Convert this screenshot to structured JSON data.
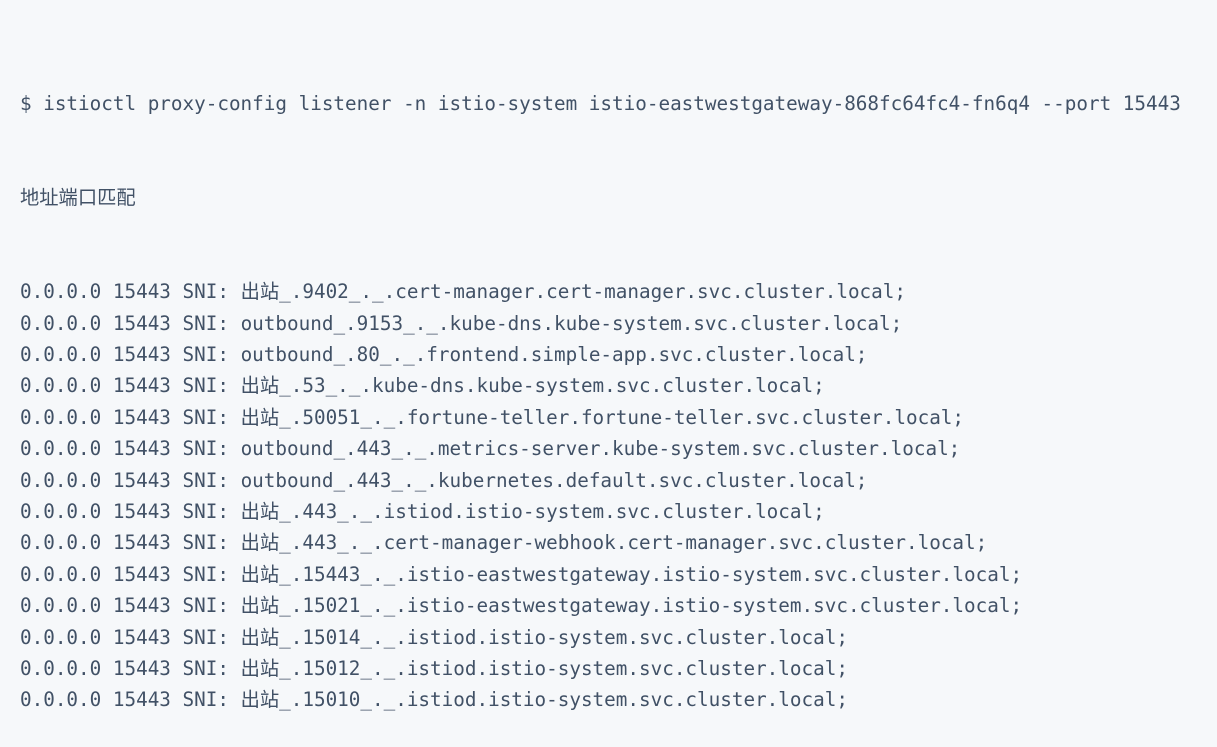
{
  "code_block": {
    "background_color": "#f6f8fa",
    "text_color": "#415166",
    "command_line": "$ istioctl proxy-config listener -n istio-system istio-eastwestgateway-868fc64fc4-fn6q4 --port 15443",
    "columns_header": "地址端口匹配",
    "rows": [
      {
        "address": "0.0.0.0",
        "port": "15443",
        "match": "SNI: 出站_.9402_._.cert-manager.cert-manager.svc.cluster.local;"
      },
      {
        "address": "0.0.0.0",
        "port": "15443",
        "match": "SNI: outbound_.9153_._.kube-dns.kube-system.svc.cluster.local;"
      },
      {
        "address": "0.0.0.0",
        "port": "15443",
        "match": "SNI: outbound_.80_._.frontend.simple-app.svc.cluster.local;"
      },
      {
        "address": "0.0.0.0",
        "port": "15443",
        "match": "SNI: 出站_.53_._.kube-dns.kube-system.svc.cluster.local;"
      },
      {
        "address": "0.0.0.0",
        "port": "15443",
        "match": "SNI: 出站_.50051_._.fortune-teller.fortune-teller.svc.cluster.local;"
      },
      {
        "address": "0.0.0.0",
        "port": "15443",
        "match": "SNI: outbound_.443_._.metrics-server.kube-system.svc.cluster.local;"
      },
      {
        "address": "0.0.0.0",
        "port": "15443",
        "match": "SNI: outbound_.443_._.kubernetes.default.svc.cluster.local;"
      },
      {
        "address": "0.0.0.0",
        "port": "15443",
        "match": "SNI: 出站_.443_._.istiod.istio-system.svc.cluster.local;"
      },
      {
        "address": "0.0.0.0",
        "port": "15443",
        "match": "SNI: 出站_.443_._.cert-manager-webhook.cert-manager.svc.cluster.local;"
      },
      {
        "address": "0.0.0.0",
        "port": "15443",
        "match": "SNI: 出站_.15443_._.istio-eastwestgateway.istio-system.svc.cluster.local;"
      },
      {
        "address": "0.0.0.0",
        "port": "15443",
        "match": "SNI: 出站_.15021_._.istio-eastwestgateway.istio-system.svc.cluster.local;"
      },
      {
        "address": "0.0.0.0",
        "port": "15443",
        "match": "SNI: 出站_.15014_._.istiod.istio-system.svc.cluster.local;"
      },
      {
        "address": "0.0.0.0",
        "port": "15443",
        "match": "SNI: 出站_.15012_._.istiod.istio-system.svc.cluster.local;"
      },
      {
        "address": "0.0.0.0",
        "port": "15443",
        "match": "SNI: 出站_.15010_._.istiod.istio-system.svc.cluster.local;"
      }
    ]
  }
}
